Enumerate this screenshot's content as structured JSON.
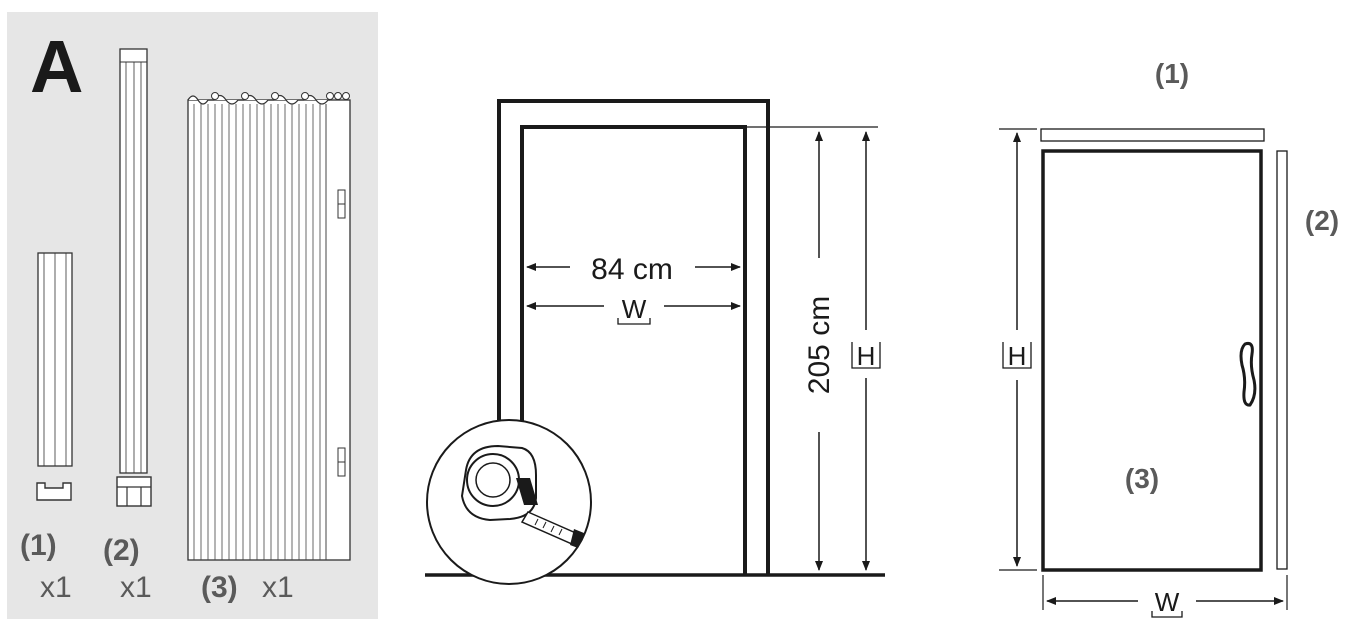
{
  "parts_panel": {
    "letter": "A",
    "part1_label": "(1)",
    "part1_qty": "x1",
    "part2_label": "(2)",
    "part2_qty": "x1",
    "part3_label": "(3)",
    "part3_qty": "x1"
  },
  "measure": {
    "width_value": "84 cm",
    "width_symbol": "W",
    "height_value": "205 cm",
    "height_symbol": "H"
  },
  "door": {
    "part1_label": "(1)",
    "part2_label": "(2)",
    "part3_label": "(3)",
    "height_symbol": "H",
    "width_symbol": "W"
  },
  "colors": {
    "panel_bg": "#e6e6e6",
    "line": "#1a1a1a",
    "label_gray": "#5a5a5a"
  }
}
